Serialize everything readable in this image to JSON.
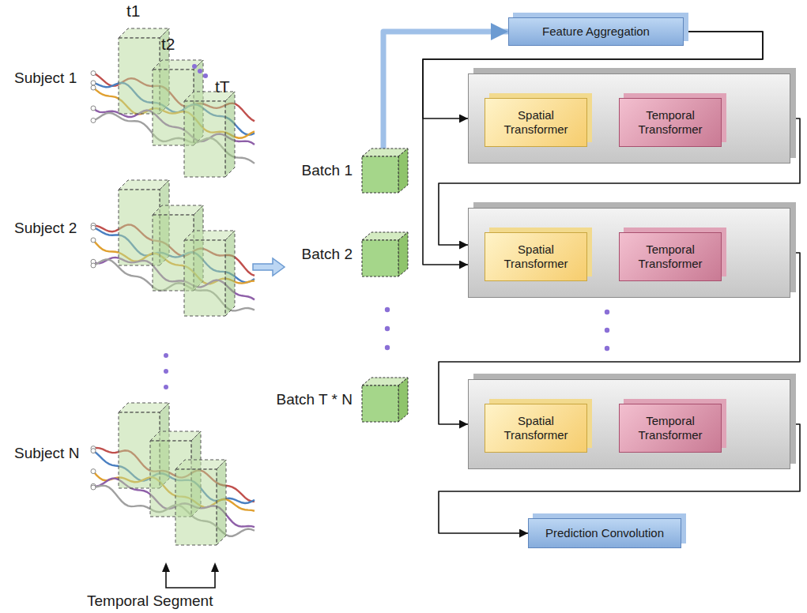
{
  "diagram": {
    "nodes": [
      {
        "text": [
          "Batch 1"
        ]
      },
      {
        "text": [
          "Batch 2"
        ]
      },
      {
        "text": [
          "Batch T * N"
        ]
      },
      {
        "text": [
          "Feature Aggregation"
        ]
      },
      {
        "text": []
      },
      {
        "text": [
          "Spatial Transformer"
        ],
        "in": 4
      },
      {
        "text": [
          "Temporal Transformer"
        ],
        "in": 4
      },
      {
        "text": []
      },
      {
        "text": [
          "Spatial Transformer"
        ],
        "in": 7
      },
      {
        "text": [
          "Temporal Transformer"
        ],
        "in": 7
      },
      {
        "text": []
      },
      {
        "text": [
          "Spatial Transformer"
        ],
        "in": 10
      },
      {
        "text": [
          "Temporal Transformer"
        ],
        "in": 10
      },
      {
        "text": [
          "Prediction Convolution"
        ]
      }
    ],
    "edges": [
      {
        "from": 0,
        "to": 3,
        "arrow": "to"
      },
      {
        "from": 3,
        "to": 4,
        "arrow": "to"
      },
      {
        "from": 5,
        "to": 6,
        "arrow": "to"
      },
      {
        "from": 3,
        "to": 7,
        "arrow": "to"
      },
      {
        "from": 4,
        "to": 7,
        "arrow": "to"
      },
      {
        "from": 8,
        "to": 9,
        "arrow": "to"
      },
      {
        "from": 7,
        "to": 10,
        "arrow": "to"
      },
      {
        "from": 11,
        "to": 12,
        "arrow": "to"
      },
      {
        "from": 10,
        "to": 13,
        "arrow": "to"
      }
    ],
    "labels": [
      "t1",
      "t2",
      "tT",
      "Subject 1",
      "Subject 2",
      "Subject N",
      "Temporal Segment"
    ]
  }
}
